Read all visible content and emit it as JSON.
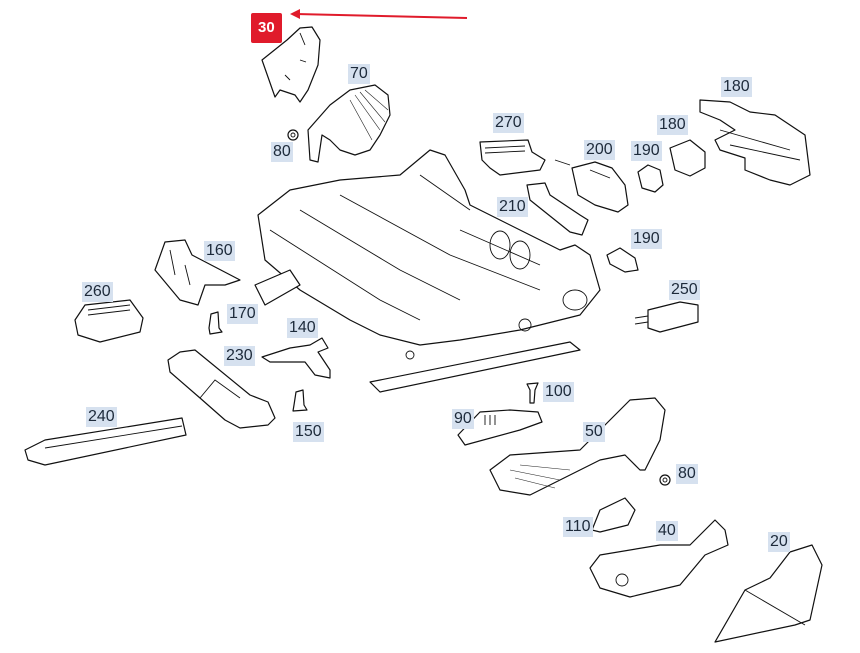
{
  "diagram": {
    "title": "Seat frame exploded parts diagram",
    "highlight_color": "#e01b2b",
    "callout_color": "#d6e1ef",
    "active_callout": "30",
    "callouts": [
      {
        "id": "c30",
        "label": "30",
        "active": true
      },
      {
        "id": "c70",
        "label": "70"
      },
      {
        "id": "c80a",
        "label": "80"
      },
      {
        "id": "c270",
        "label": "270"
      },
      {
        "id": "c200",
        "label": "200"
      },
      {
        "id": "c190a",
        "label": "190"
      },
      {
        "id": "c180a",
        "label": "180"
      },
      {
        "id": "c180b",
        "label": "180"
      },
      {
        "id": "c210",
        "label": "210"
      },
      {
        "id": "c190b",
        "label": "190"
      },
      {
        "id": "c160",
        "label": "160"
      },
      {
        "id": "c260",
        "label": "260"
      },
      {
        "id": "c170",
        "label": "170"
      },
      {
        "id": "c140",
        "label": "140"
      },
      {
        "id": "c250",
        "label": "250"
      },
      {
        "id": "c230",
        "label": "230"
      },
      {
        "id": "c240",
        "label": "240"
      },
      {
        "id": "c150",
        "label": "150"
      },
      {
        "id": "c100",
        "label": "100"
      },
      {
        "id": "c90",
        "label": "90"
      },
      {
        "id": "c50",
        "label": "50"
      },
      {
        "id": "c80b",
        "label": "80"
      },
      {
        "id": "c110",
        "label": "110"
      },
      {
        "id": "c40",
        "label": "40"
      },
      {
        "id": "c20",
        "label": "20"
      }
    ]
  }
}
